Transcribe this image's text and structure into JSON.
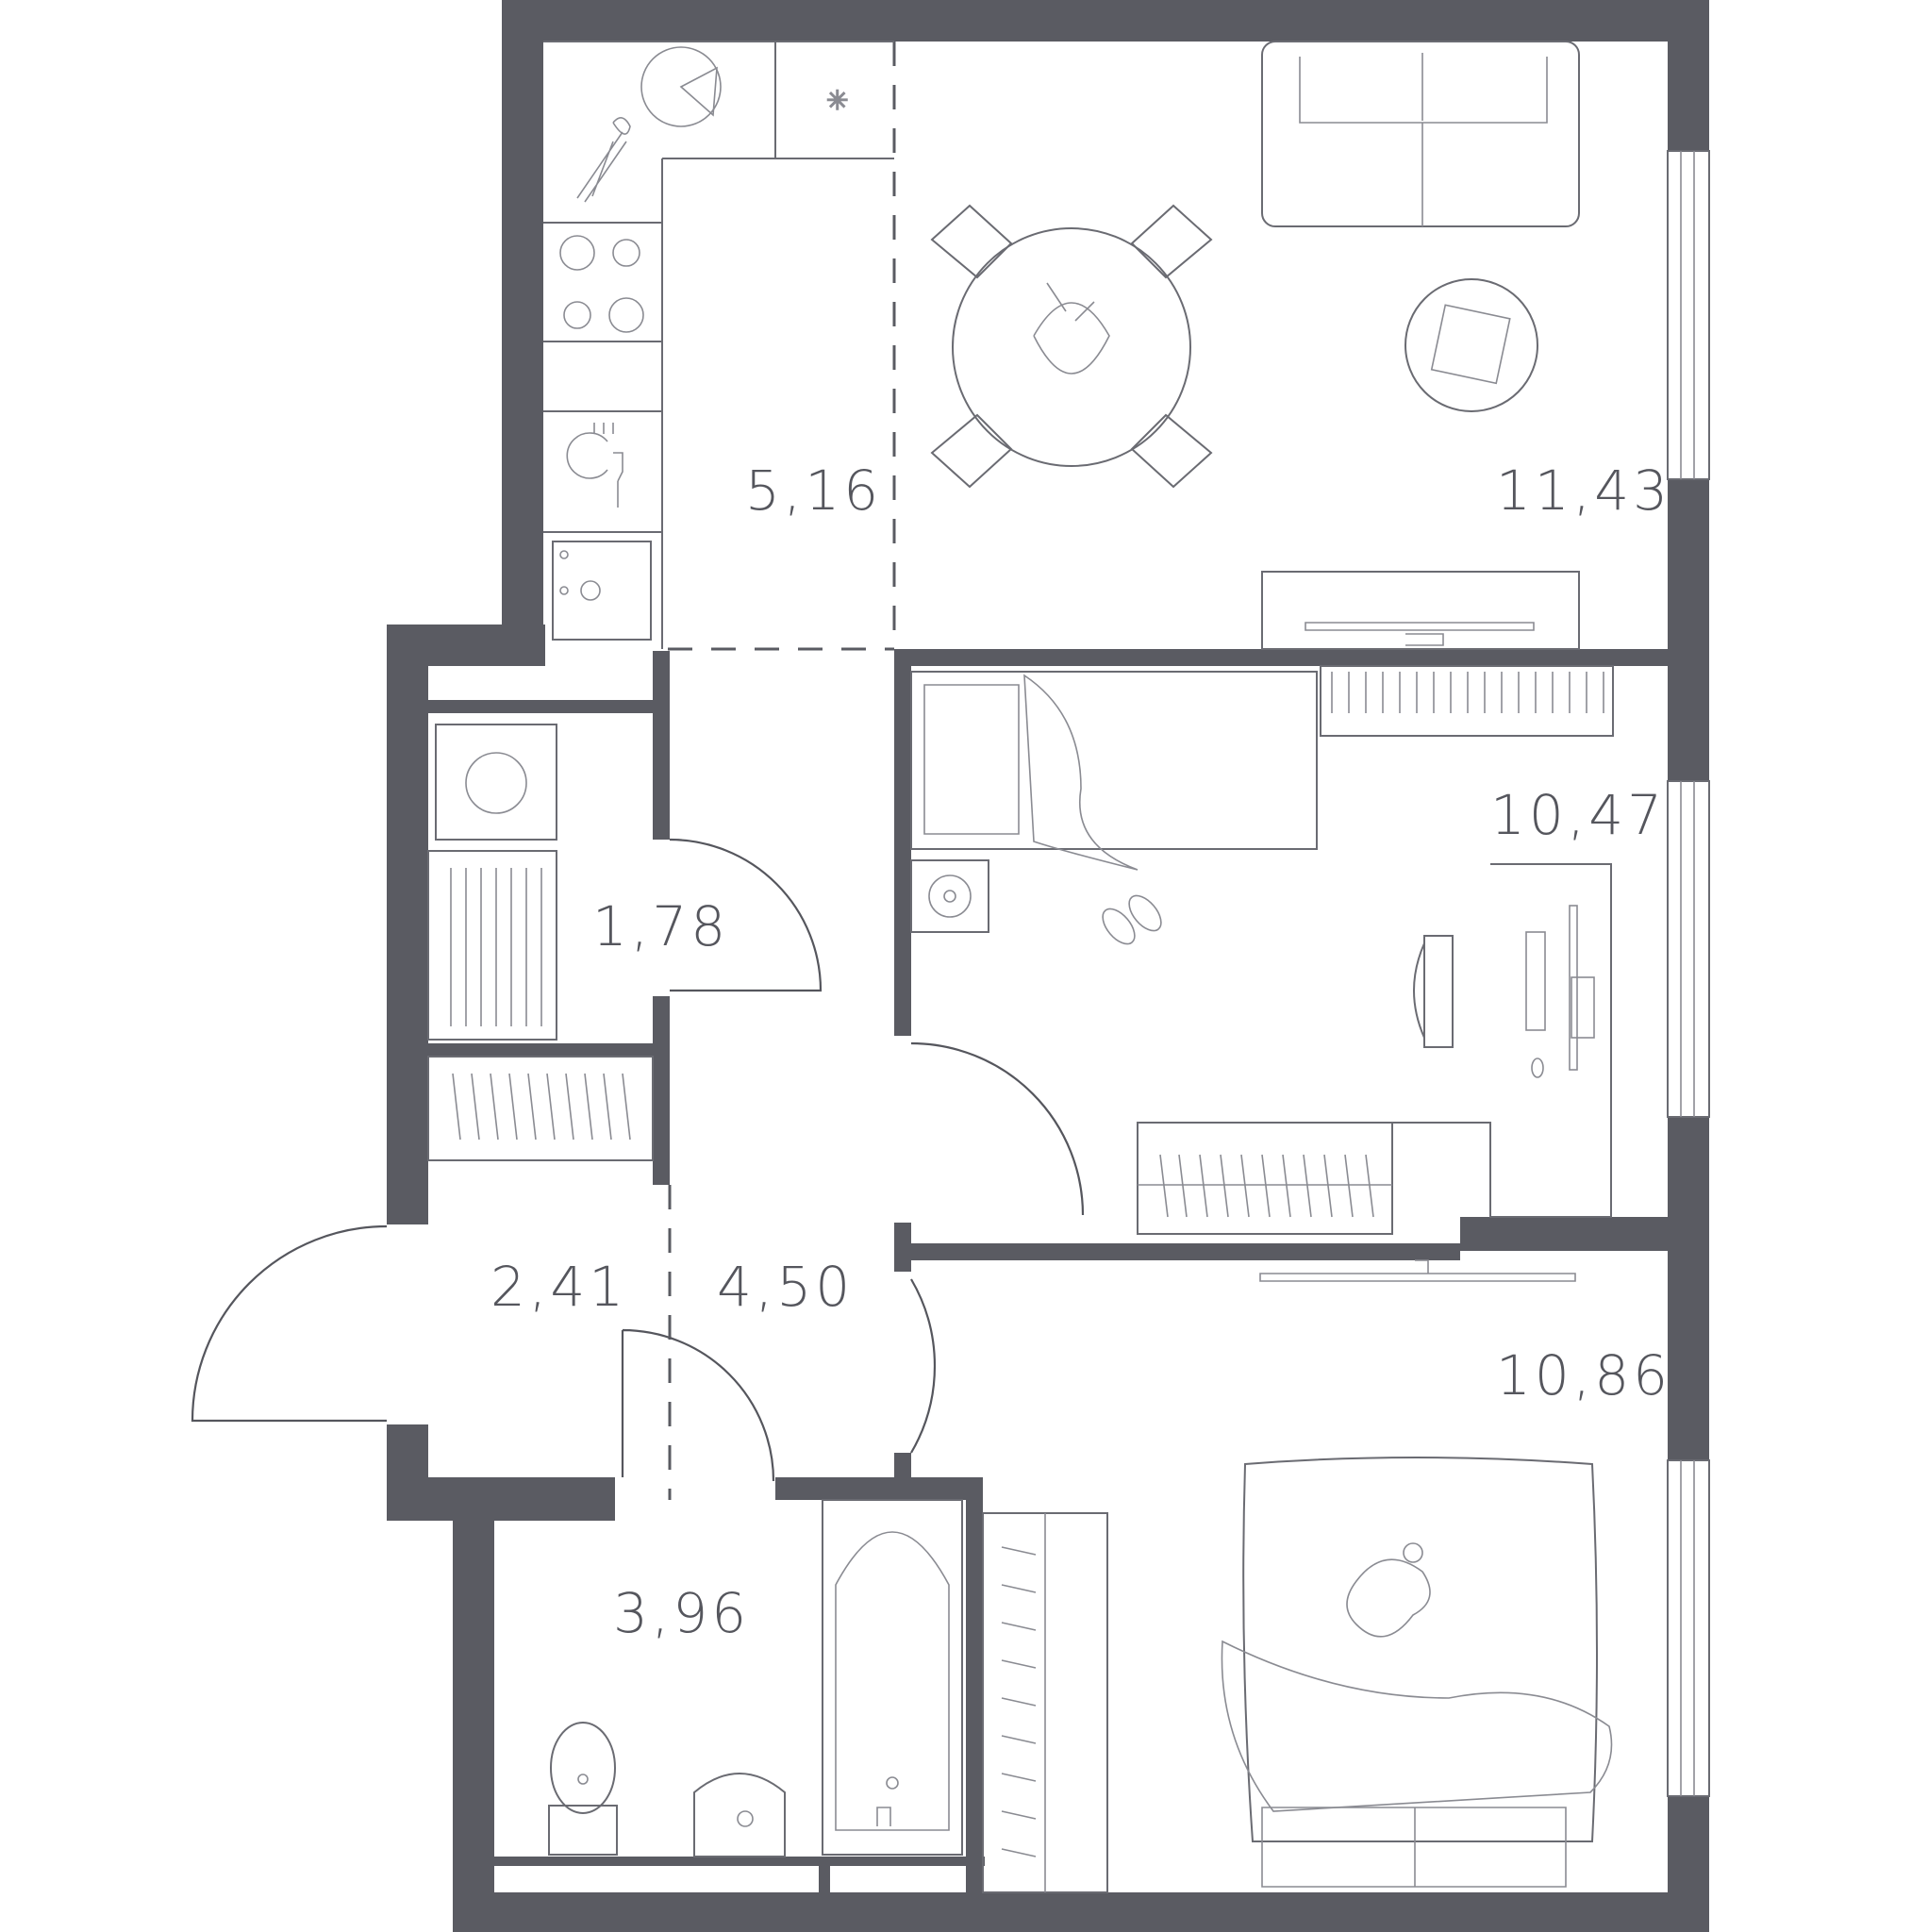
{
  "colors": {
    "wall": "#5a5b62",
    "line": "#6a6b72",
    "background": "#ffffff"
  },
  "rooms": [
    {
      "id": "kitchen",
      "area": "5,16"
    },
    {
      "id": "living",
      "area": "11,43"
    },
    {
      "id": "bedroom-1",
      "area": "10,47"
    },
    {
      "id": "wardrobe",
      "area": "1,78"
    },
    {
      "id": "entry",
      "area": "2,41"
    },
    {
      "id": "hall",
      "area": "4,50"
    },
    {
      "id": "bedroom-2",
      "area": "10,86"
    },
    {
      "id": "bathroom",
      "area": "3,96"
    }
  ],
  "icons": [
    "pizza-icon",
    "flower-bouquet-icon",
    "stove-icon",
    "dishwasher-icon",
    "sink-icon",
    "fridge-icon",
    "dining-table-icon",
    "chair-icon",
    "sofa-icon",
    "coffee-table-icon",
    "tv-icon",
    "bed-icon",
    "slippers-icon",
    "desk-icon",
    "office-chair-icon",
    "monitor-icon",
    "washing-machine-icon",
    "bathtub-icon",
    "toilet-icon",
    "washbasin-icon",
    "wardrobe-icon",
    "dog-icon",
    "window-icon",
    "door-icon"
  ]
}
